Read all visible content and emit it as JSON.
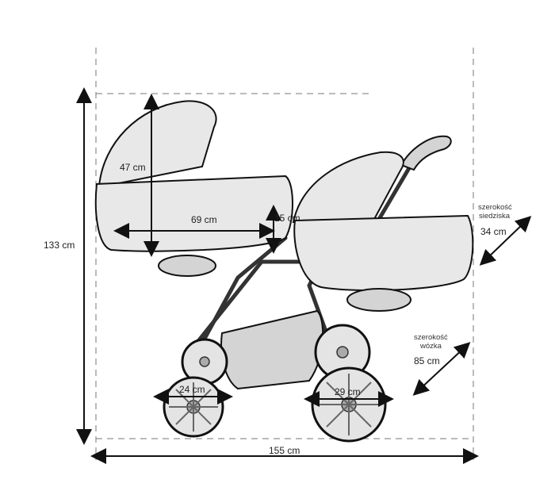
{
  "dimensions": {
    "height_total": "133 cm",
    "width_total": "155 cm",
    "carrycot_height": "47 cm",
    "carrycot_length": "69 cm",
    "carrycot_depth": "15 cm",
    "seat_width": {
      "caption_line1": "szerokość",
      "caption_line2": "siedziska",
      "value": "34 cm"
    },
    "stroller_width": {
      "caption_line1": "szerokość",
      "caption_line2": "wózka",
      "value": "85 cm"
    },
    "small_wheel": "24 cm",
    "large_wheel": "29 cm"
  },
  "colors": {
    "outline": "#111111",
    "fill": "#e8e8e8",
    "guide": "#777777"
  },
  "icons": {
    "arrowhead": "double-arrow"
  }
}
